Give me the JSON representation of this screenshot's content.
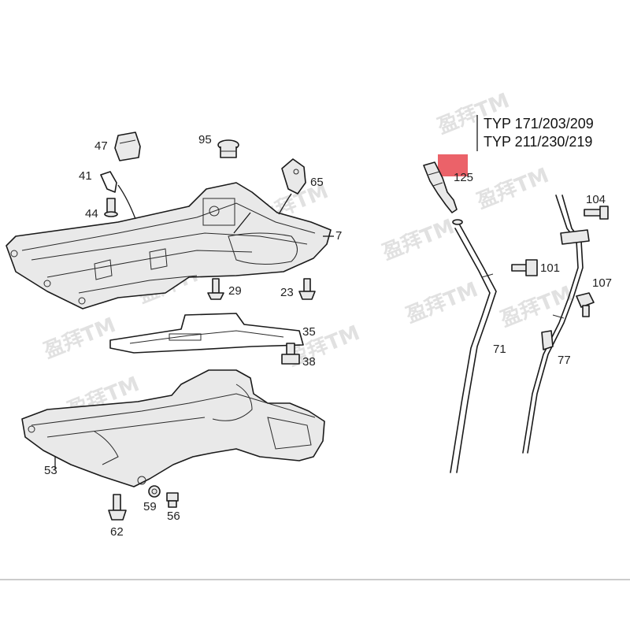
{
  "watermark": "盈拜TM",
  "type_lines": [
    "TYP 171/203/209",
    "TYP 211/230/219"
  ],
  "highlight_color": "#e8474f",
  "callouts": {
    "p47": "47",
    "p95": "95",
    "p41": "41",
    "p65": "65",
    "p44": "44",
    "p7": "7",
    "p29": "29",
    "p23": "23",
    "p35": "35",
    "p38": "38",
    "p53": "53",
    "p59": "59",
    "p56": "56",
    "p62": "62",
    "p125": "125",
    "p104": "104",
    "p101": "101",
    "p107": "107",
    "p71": "71",
    "p77": "77"
  }
}
